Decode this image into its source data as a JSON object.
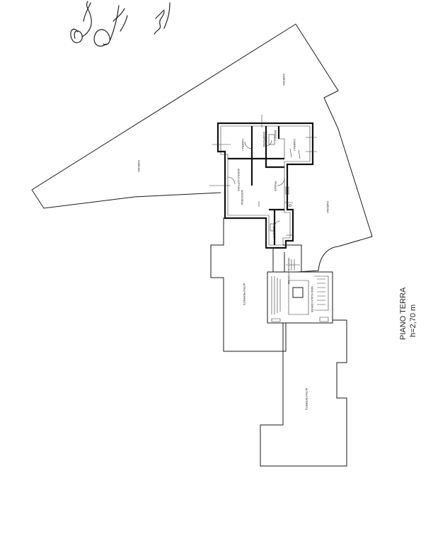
{
  "caption": {
    "line1": "PIANO TERRA",
    "line2": "h=2,70 m"
  },
  "rooms": {
    "giardino_top": "GIARDINO",
    "giardino_left": "GIARDINO",
    "giardino_right": "GIARDINO",
    "camera1": "CAMERA 1",
    "camera2": "CAMERA 2",
    "bagno2": "BAGNO 2",
    "disimpegno": "DISIMPEGNO",
    "angolo_cottura": "ANGOLO COTTURA",
    "soggiorno": "SOGGIORNO",
    "pranzo": "PRANZO",
    "bagno1": "BAGNO 1",
    "altra_proprieta_1": "ALTRA PROPRIETÀ",
    "altra_proprieta_2": "ALTRA PROPRIETÀ",
    "vano_scala_comune": "VANO SCALA COMUNE",
    "vano_scala_comune_2": "VANO SCALA COMUNE"
  }
}
